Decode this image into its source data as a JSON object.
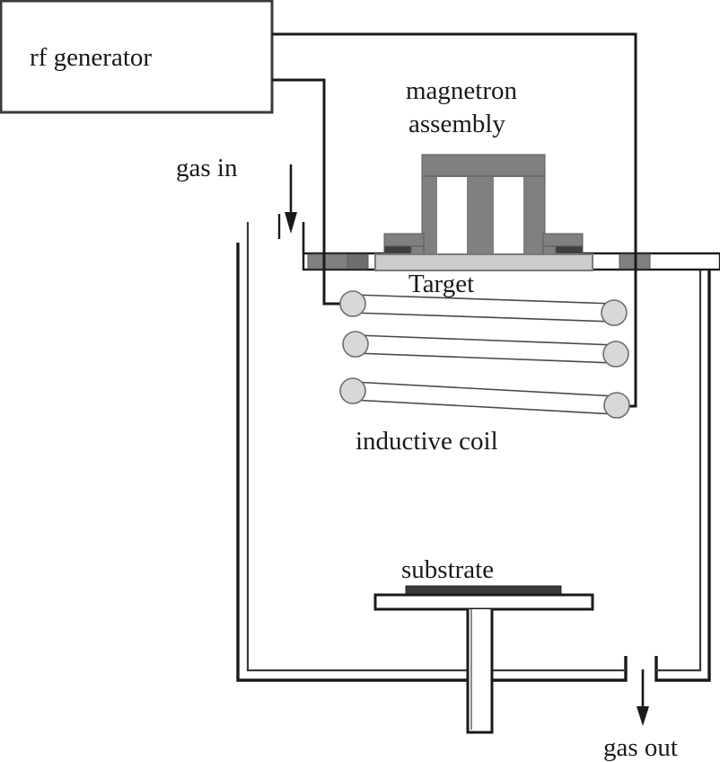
{
  "diagram": {
    "title": "rf magnetron sputtering system with inductive coil",
    "labels": {
      "rf_generator": "rf generator",
      "magnetron_assembly_line1": "magnetron",
      "magnetron_assembly_line2": "assembly",
      "gas_in": "gas in",
      "gas_out": "gas out",
      "target": "Target",
      "inductive_coil": "inductive coil",
      "substrate": "substrate"
    },
    "colors": {
      "line": "#1a1a1a",
      "wall_inner": "#3a3a3a",
      "background": "#ffffff",
      "magnetron_gray": "#808080",
      "flange_dark": "#404040",
      "target_light": "#cccccc",
      "coil_cap": "#d8d8d8",
      "coil_body": "#ffffff",
      "substrate_dark": "#3a3a3a",
      "lid_white": "#ffffff"
    },
    "components": [
      {
        "name": "rf-generator",
        "label": "rf generator",
        "kind": "box"
      },
      {
        "name": "magnetron-assembly",
        "label": "magnetron assembly",
        "kind": "assembly"
      },
      {
        "name": "target",
        "label": "Target",
        "kind": "plate"
      },
      {
        "name": "inductive-coil",
        "label": "inductive coil",
        "kind": "coil",
        "turns": 3
      },
      {
        "name": "substrate",
        "label": "substrate",
        "kind": "plate-on-pedestal"
      },
      {
        "name": "gas-inlet",
        "label": "gas in",
        "kind": "port",
        "flow": "in"
      },
      {
        "name": "gas-outlet",
        "label": "gas out",
        "kind": "port",
        "flow": "out"
      },
      {
        "name": "vacuum-chamber",
        "label": "",
        "kind": "chamber"
      }
    ],
    "coil": {
      "turn_count": 3,
      "turns": [
        {
          "index": 1,
          "left_cap": [
            393,
            338
          ],
          "right_cap": [
            684,
            348
          ]
        },
        {
          "index": 2,
          "left_cap": [
            396,
            383
          ],
          "right_cap": [
            686,
            394
          ]
        },
        {
          "index": 3,
          "left_cap": [
            393,
            435
          ],
          "right_cap": [
            687,
            451
          ]
        }
      ]
    },
    "connections": [
      {
        "from": "rf-generator",
        "to": "inductive-coil-turn-3-right",
        "path": "top wire, right side, down into chamber"
      },
      {
        "from": "rf-generator",
        "to": "inductive-coil-turn-1-left",
        "path": "lower wire, down through lid, into chamber"
      }
    ]
  }
}
